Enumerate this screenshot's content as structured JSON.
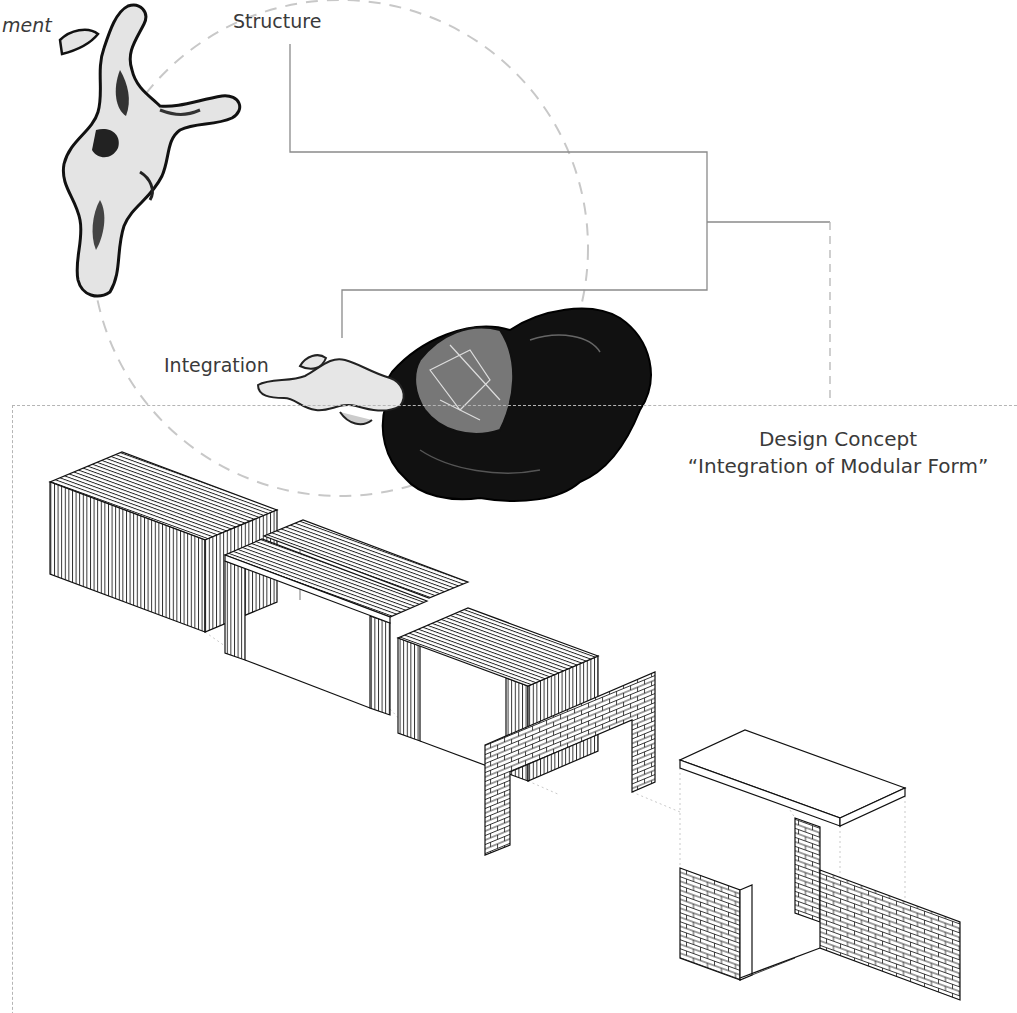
{
  "diagram": {
    "nodes": [
      {
        "text": [
          "Design Concept",
          "“Integration of Modular Form”"
        ]
      }
    ],
    "labels": [
      "ment",
      "Structure",
      "Integration"
    ]
  }
}
